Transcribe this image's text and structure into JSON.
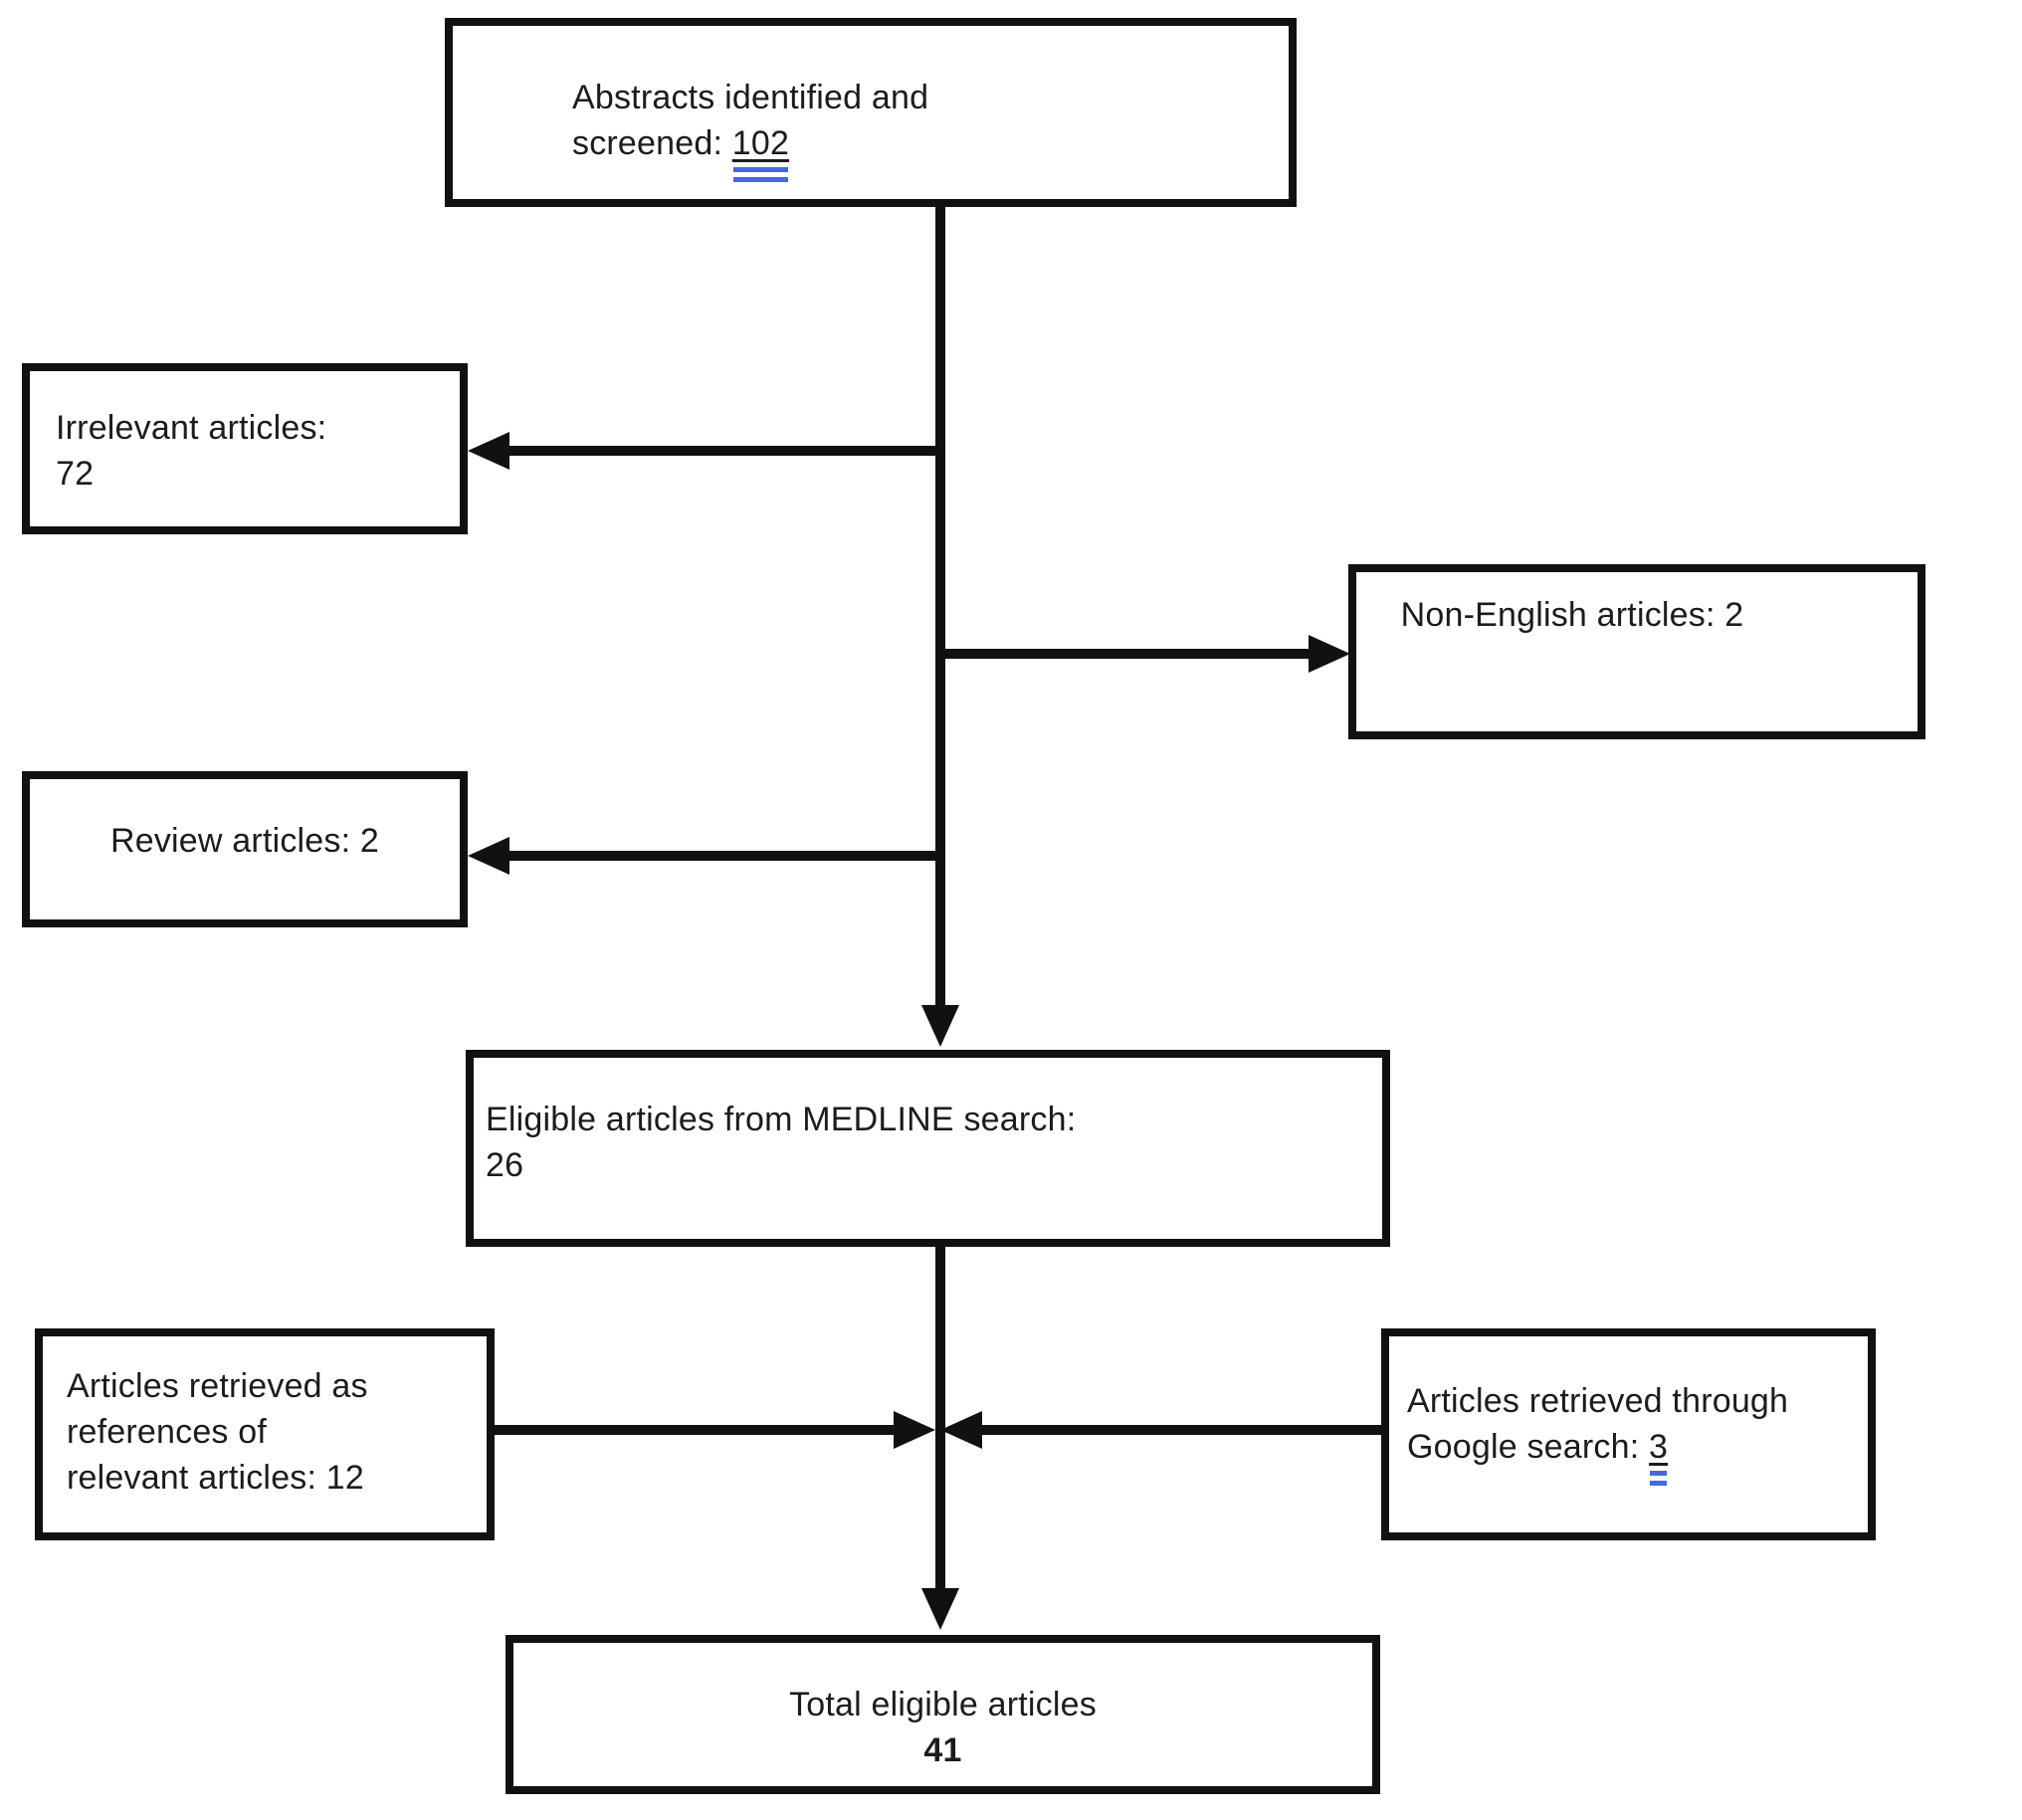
{
  "figure": {
    "type": "flowchart",
    "background": "#ffffff",
    "line_color": "#111111",
    "text_color": "#1c1c1c",
    "annotation_underline_color": "#4169e1"
  },
  "boxes": {
    "abstracts": {
      "line1": "Abstracts identified and",
      "line2_prefix": "screened: ",
      "count": "102"
    },
    "irrelevant": {
      "line1": "Irrelevant articles:",
      "line2": "72"
    },
    "non_english": {
      "text": "Non-English articles: 2"
    },
    "review": {
      "text": "Review articles: 2"
    },
    "medline": {
      "line1": "Eligible articles from MEDLINE search:",
      "line2": "26"
    },
    "references": {
      "line1": "Articles retrieved as",
      "line2": "references of",
      "line3": "relevant articles: 12"
    },
    "google": {
      "line1": "Articles retrieved through",
      "line2_prefix": "Google search: ",
      "count": "3"
    },
    "total": {
      "line1": "Total eligible articles",
      "count": "41"
    }
  }
}
